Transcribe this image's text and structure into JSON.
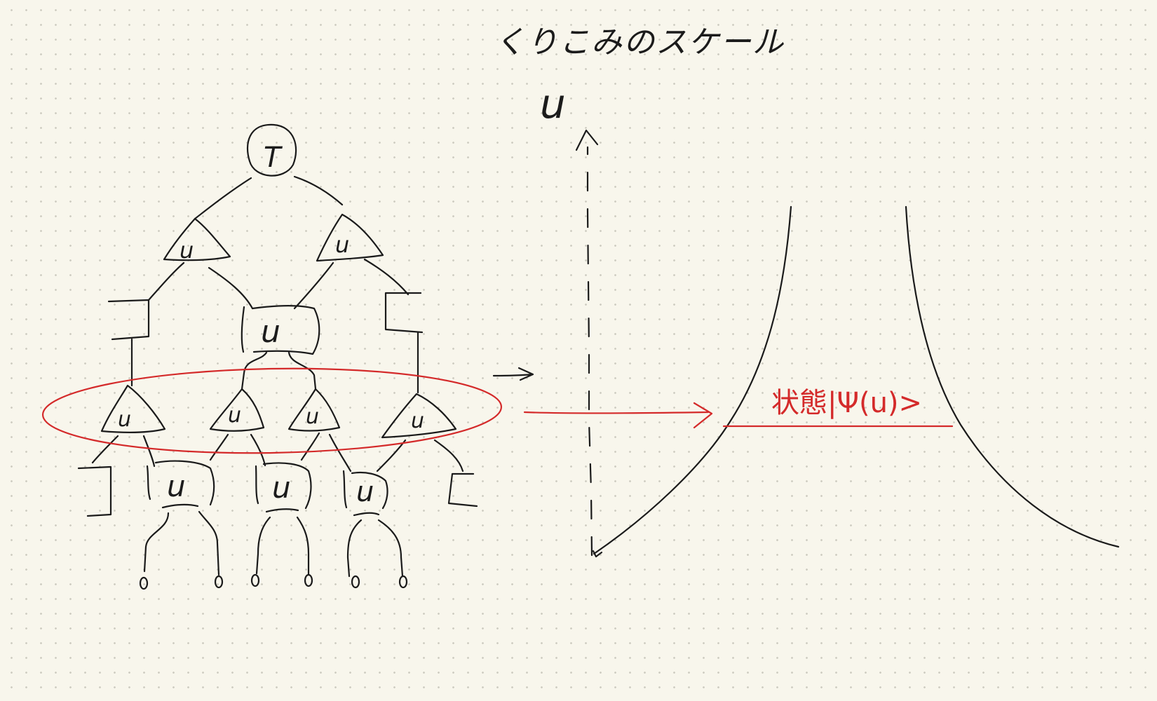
{
  "title": "くりこみのスケール",
  "root_label": "T",
  "isometry_label": "u",
  "disentangler_label": "u",
  "axis_label": "u",
  "state_label": "状態|Ψ(u)>",
  "colors": {
    "ink": "#1b1b1b",
    "highlight": "#d42a2a",
    "paper": "#f8f6ec"
  }
}
